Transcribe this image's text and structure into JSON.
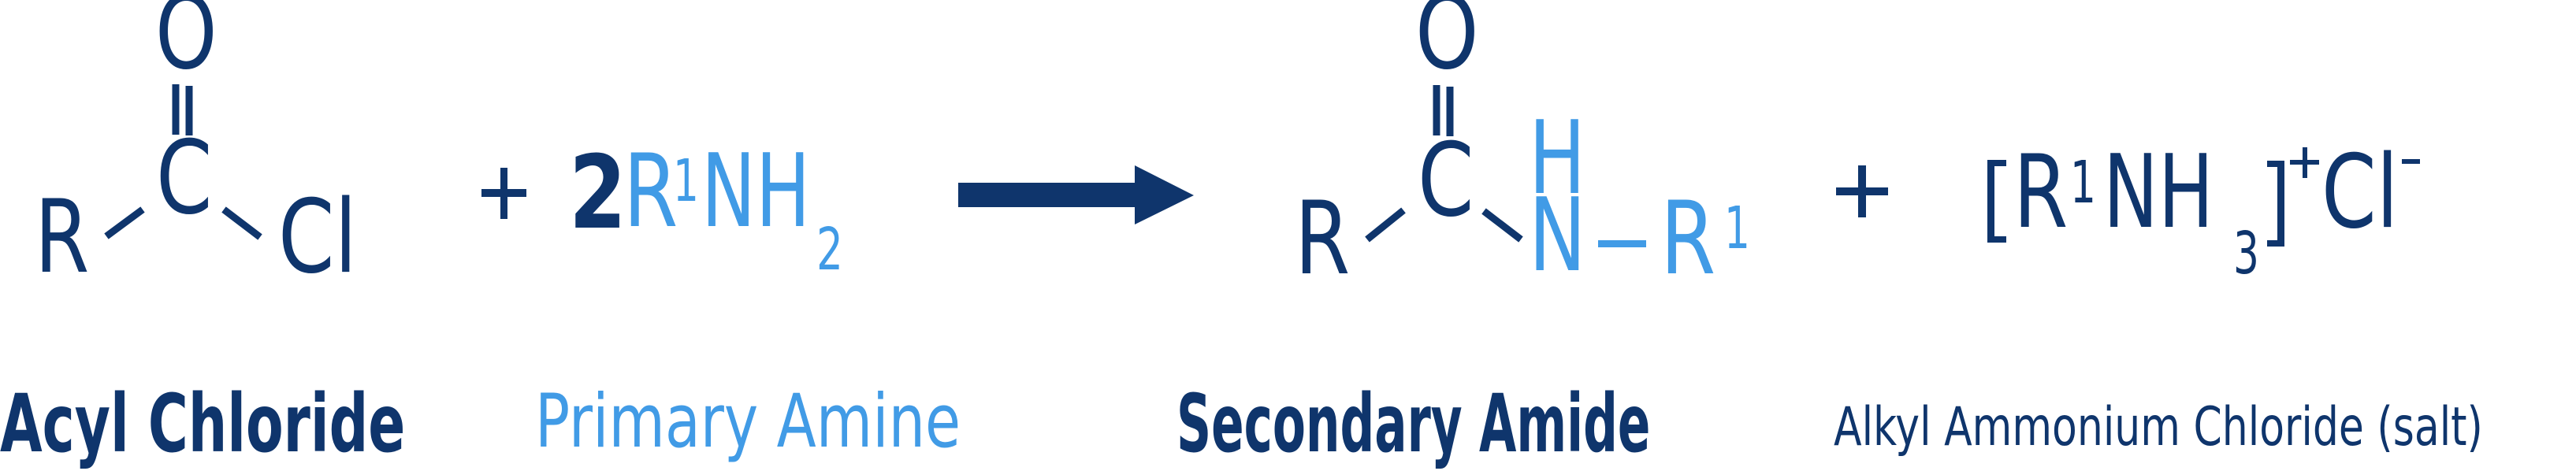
{
  "colors": {
    "navy": "#0F356C",
    "blue": "#419BE6",
    "background": "#FFFFFF"
  },
  "reaction": {
    "reactant1": {
      "atoms": {
        "top_o": "O",
        "center_c": "C",
        "left_r": "R",
        "right_cl": "Cl"
      },
      "bonds": [
        "C=O double bond",
        "R-C single bond",
        "C-Cl single bond"
      ],
      "label": "Acyl Chloride"
    },
    "plus1": "+",
    "reactant2": {
      "coefficient": "2",
      "r": "R",
      "r_superscript": "1",
      "nh": "NH",
      "subscript": "2",
      "label": "Primary Amine"
    },
    "arrow": "reaction-arrow",
    "product1": {
      "atoms": {
        "top_o": "O",
        "center_c": "C",
        "left_r": "R",
        "h": "H",
        "n": "N",
        "r1": "R",
        "r1_superscript": "1"
      },
      "bonds": [
        "C=O double bond",
        "R-C single bond",
        "C-N single bond",
        "N-R1 single bond"
      ],
      "label": "Secondary Amide"
    },
    "plus2": "+",
    "product2": {
      "open_bracket": "[",
      "r": "R",
      "r_superscript": "1",
      "nh": "NH",
      "subscript": "3",
      "close_bracket": "]",
      "charge_pos": "+",
      "cl": "Cl",
      "charge_neg": "−",
      "label": "Alkyl Ammonium Chloride (salt)"
    }
  }
}
